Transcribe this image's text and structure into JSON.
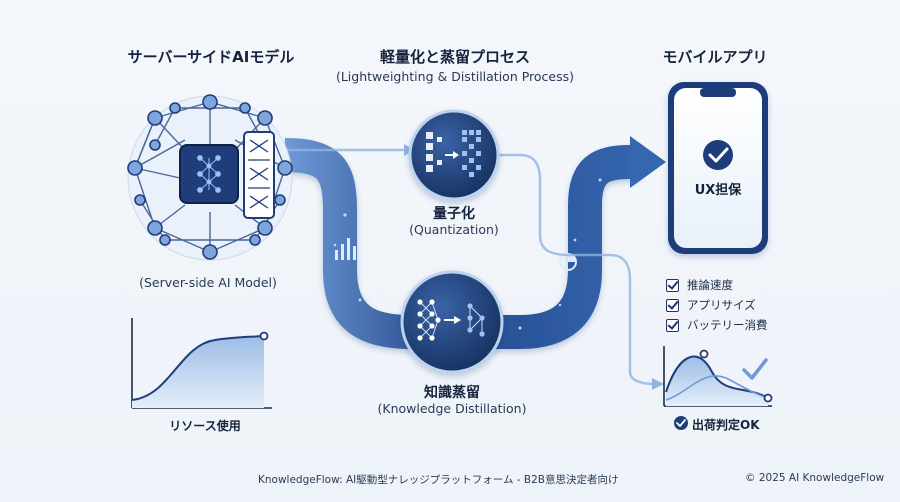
{
  "titles": {
    "server_jp": "サーバーサイドAIモデル",
    "process_jp": "軽量化と蒸留プロセス",
    "process_en": "(Lightweighting & Distillation Process)",
    "mobile_jp": "モバイルアプリ"
  },
  "server": {
    "caption_en": "(Server-side AI Model)"
  },
  "resource": {
    "label": "リソース使用"
  },
  "quantization": {
    "jp": "量子化",
    "en": "(Quantization)"
  },
  "distillation": {
    "jp": "知識蒸留",
    "en": "(Knowledge Distillation)"
  },
  "phone": {
    "label": "UX担保"
  },
  "checklist": {
    "items": [
      "推論速度",
      "アプリサイズ",
      "バッテリー消費"
    ]
  },
  "shipping": {
    "label": "出荷判定OK"
  },
  "footer": {
    "left": "KnowledgeFlow: AI駆動型ナレッジプラットフォーム - B2B意思決定者向け",
    "right": "© 2025 AI KnowledgeFlow"
  },
  "colors": {
    "primary": "#1f3d7a",
    "band": "#2d5aa0",
    "band_light": "#5f8fd0",
    "accent": "#8fb4e0",
    "fill_light": "#cfe0f3"
  }
}
